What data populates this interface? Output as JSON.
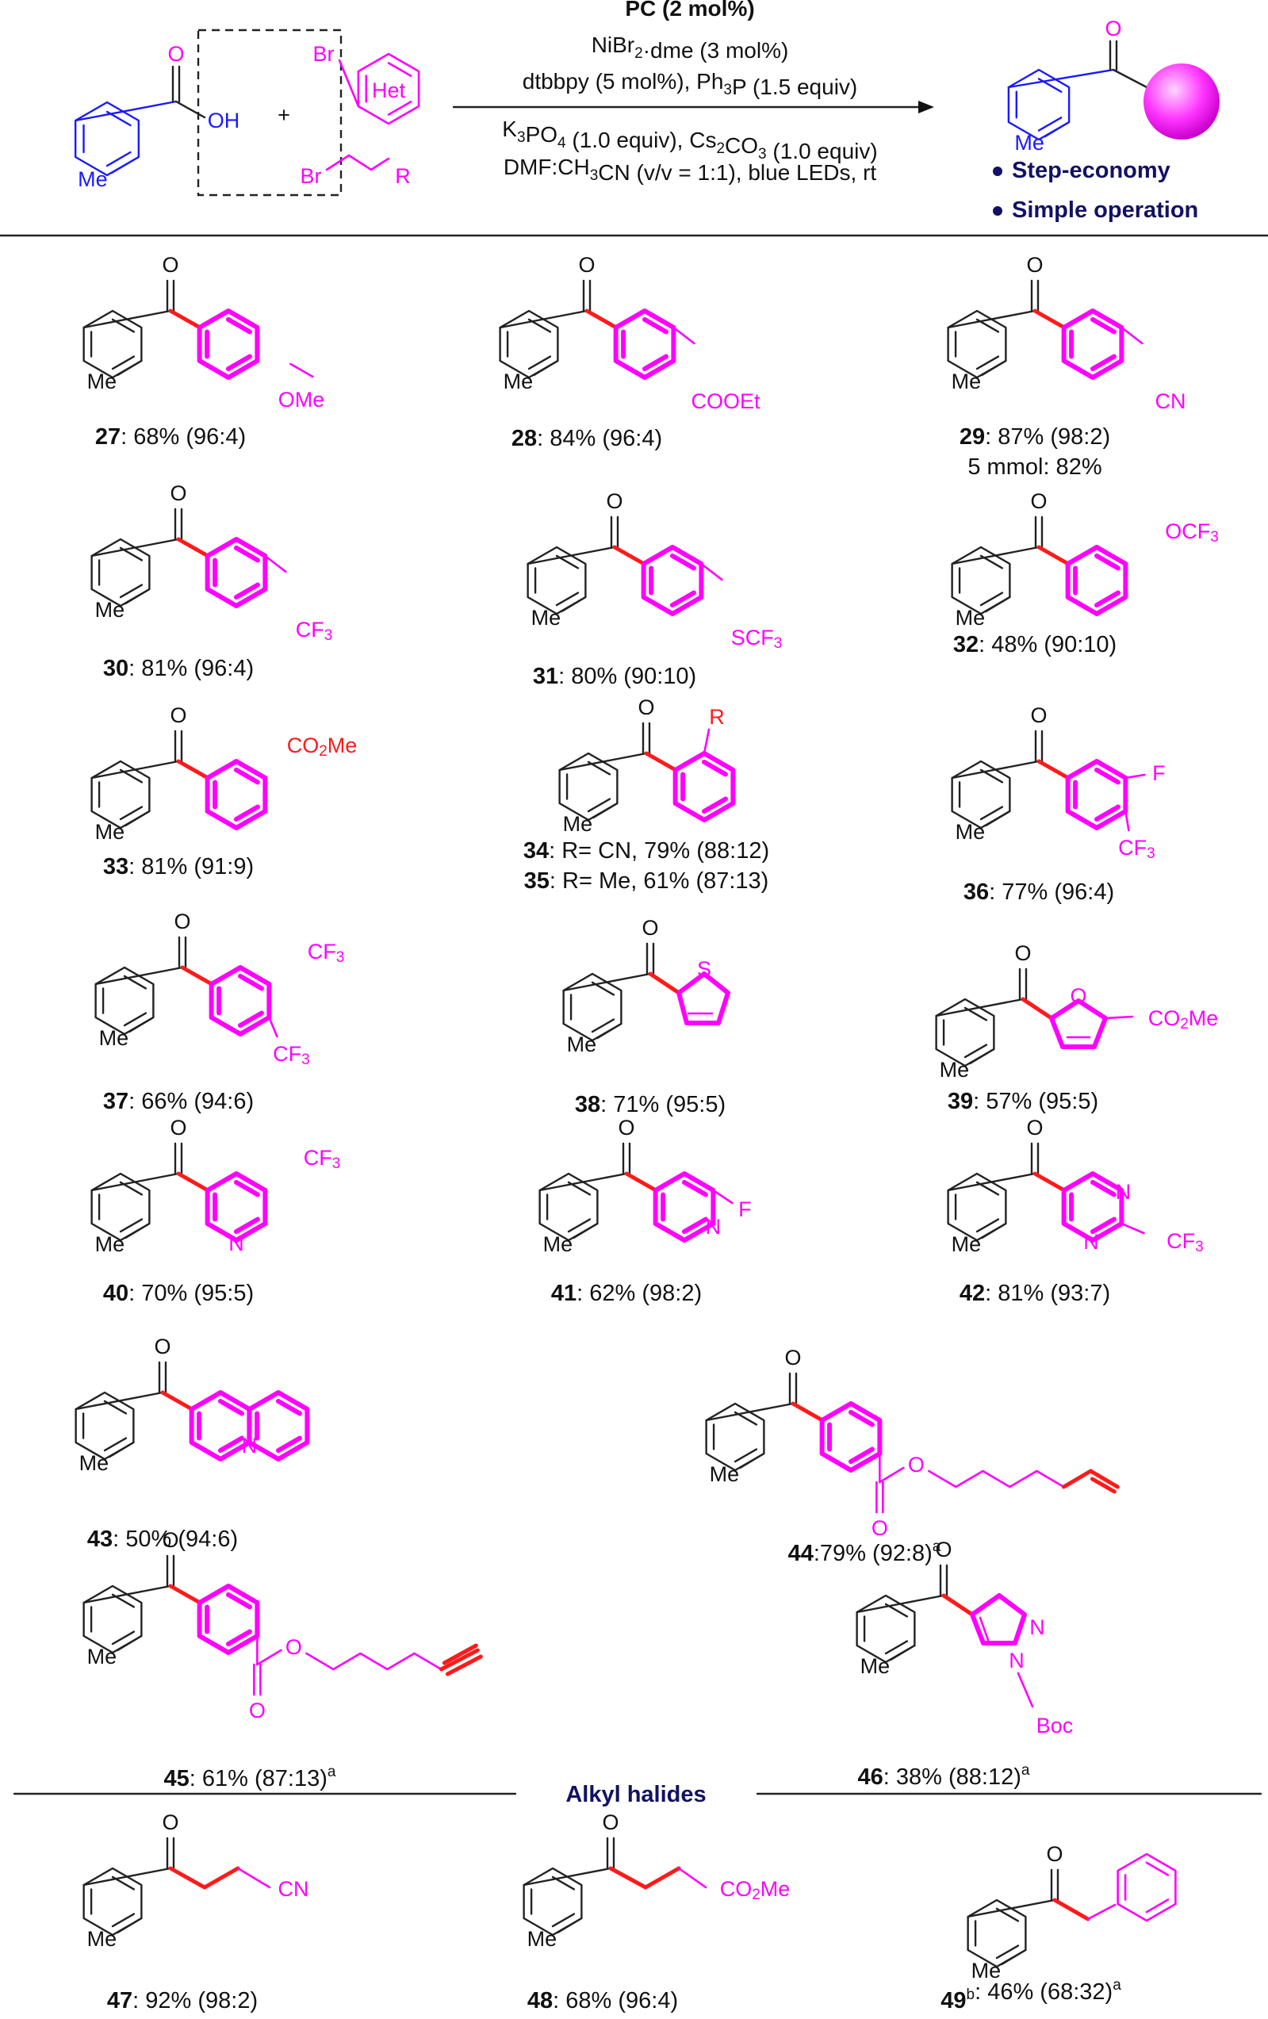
{
  "scheme": {
    "reactant": {
      "oh": "OH",
      "me": "Me"
    },
    "plus": "+",
    "halides": {
      "br_aryl": "Br",
      "het": "Het",
      "br_alkyl": "Br",
      "r": "R"
    },
    "conditions": [
      "PC (2 mol%)",
      "NiBr2·dme (3 mol%)",
      "dtbbpy (5 mol%), Ph3P (1.5 equiv)",
      "K3PO4 (1.0 equiv), Cs2CO3 (1.0 equiv)",
      "DMF:CH3CN (v/v = 1:1), blue LEDs, rt"
    ],
    "product": {
      "o": "O",
      "me": "Me"
    },
    "features": [
      "Step-economy",
      "Simple operation"
    ]
  },
  "section_alkyl": "Alkyl halides",
  "compounds": [
    {
      "id": "27",
      "label": "27: 68% (96:4)",
      "sub": "OMe"
    },
    {
      "id": "28",
      "label": "28: 84% (96:4)",
      "sub": "COOEt"
    },
    {
      "id": "29",
      "label": "29: 87% (98:2)",
      "extra": "5 mmol: 82%",
      "sub": "CN"
    },
    {
      "id": "30",
      "label": "30: 81% (96:4)",
      "sub": "CF3"
    },
    {
      "id": "31",
      "label": "31: 80% (90:10)",
      "sub": "SCF3"
    },
    {
      "id": "32",
      "label": "32: 48% (90:10)",
      "sub": "OCF3"
    },
    {
      "id": "33",
      "label": "33: 81% (91:9)",
      "sub": "CO2Me"
    },
    {
      "id": "34",
      "label": "34: R= CN, 79% (88:12)",
      "extra": "35: R= Me, 61% (87:13)",
      "sub": "R"
    },
    {
      "id": "36",
      "label": "36: 77% (96:4)",
      "sub": "F",
      "sub2": "CF3"
    },
    {
      "id": "37",
      "label": "37: 66% (94:6)",
      "sub": "CF3",
      "sub2": "CF3"
    },
    {
      "id": "38",
      "label": "38: 71% (95:5)",
      "sub": "S"
    },
    {
      "id": "39",
      "label": "39: 57% (95:5)",
      "sub": "CO2Me",
      "sub2": "O"
    },
    {
      "id": "40",
      "label": "40: 70% (95:5)",
      "sub": "CF3",
      "sub2": "N"
    },
    {
      "id": "41",
      "label": "41: 62% (98:2)",
      "sub": "F",
      "sub2": "N"
    },
    {
      "id": "42",
      "label": "42: 81% (93:7)",
      "sub": "CF3",
      "sub2": "N",
      "sub3": "N"
    },
    {
      "id": "43",
      "label": "43: 50% (94:6)",
      "sub": "N"
    },
    {
      "id": "44",
      "label": "44:79% (92:8)a",
      "sub": "O"
    },
    {
      "id": "45",
      "label": "45: 61% (87:13)a",
      "sub": "O"
    },
    {
      "id": "46",
      "label": "46: 38% (88:12)a",
      "sub": "N",
      "sub2": "Boc"
    },
    {
      "id": "47",
      "label": "47: 92% (98:2)",
      "sub": "CN"
    },
    {
      "id": "48",
      "label": "48: 68% (96:4)",
      "sub": "CO2Me"
    },
    {
      "id": "49",
      "label": "49b: 46% (68:32)a"
    }
  ],
  "common": {
    "o": "O",
    "me": "Me"
  }
}
